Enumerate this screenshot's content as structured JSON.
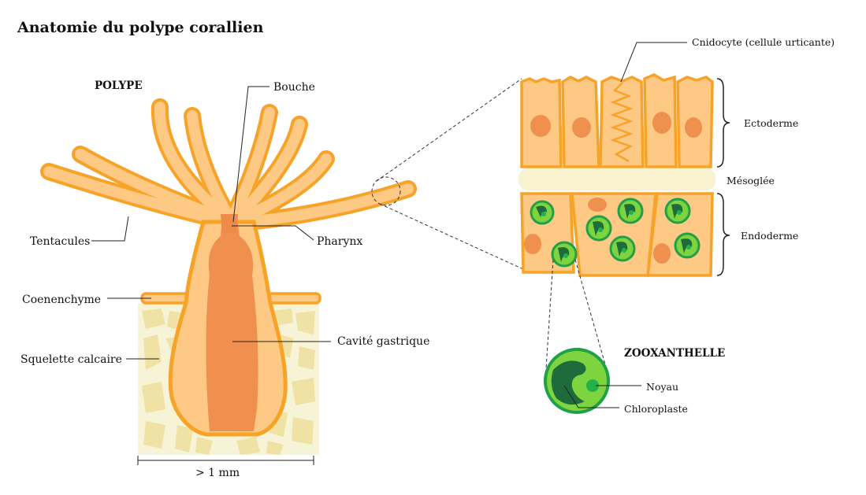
{
  "title": "Anatomie du polype corallien",
  "polyp": {
    "heading": "POLYPE",
    "labels": {
      "mouth": "Bouche",
      "pharynx": "Pharynx",
      "tentacles": "Tentacules",
      "coenenchyme": "Coenenchyme",
      "skeleton": "Squelette calcaire",
      "gastric_cavity": "Cavité gastrique"
    },
    "scale": "> 1 mm"
  },
  "tissue": {
    "labels": {
      "cnidocyte": "Cnidocyte (cellule urticante)",
      "ectoderm": "Ectoderme",
      "mesoglea": "Mésoglée",
      "endoderm": "Endoderme"
    }
  },
  "zooxanthella": {
    "heading": "ZOOXANTHELLE",
    "labels": {
      "nucleus": "Noyau",
      "chloroplast": "Chloroplaste"
    }
  },
  "colors": {
    "tissue_outline": "#f7a328",
    "tissue_fill": "#fdc985",
    "cavity": "#f0904f",
    "skeleton": "#f7f3d6",
    "algae": "#7ed43f"
  }
}
